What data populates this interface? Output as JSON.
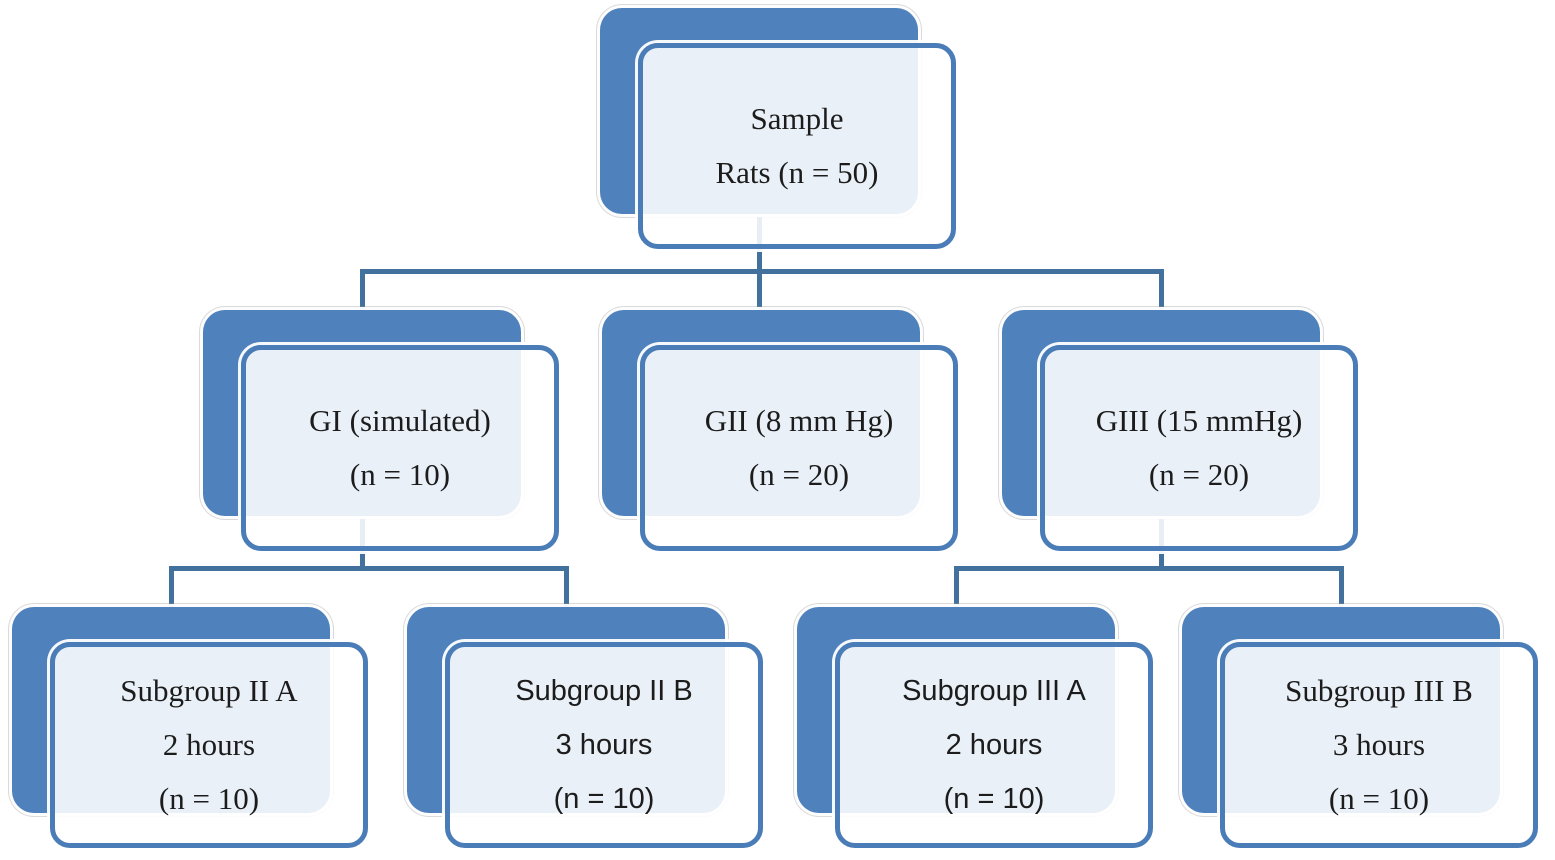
{
  "diagram": {
    "type": "flowchart",
    "description": "Study sample allocation flowchart of rats into groups and subgroups",
    "nodes": [
      {
        "id": "sample",
        "lines": [
          "Sample",
          "Rats (n = 50)"
        ]
      },
      {
        "id": "gi",
        "lines": [
          "GI (simulated)",
          "(n = 10)"
        ]
      },
      {
        "id": "gii",
        "lines": [
          "GII (8 mm Hg)",
          "(n = 20)"
        ]
      },
      {
        "id": "giii",
        "lines": [
          "GIII (15 mmHg)",
          "(n = 20)"
        ]
      },
      {
        "id": "subgroup-2a",
        "lines": [
          "Subgroup II A",
          "2 hours",
          "(n = 10)"
        ]
      },
      {
        "id": "subgroup-2b",
        "lines": [
          "Subgroup II B",
          "3 hours",
          "(n = 10)"
        ]
      },
      {
        "id": "subgroup-3a",
        "lines": [
          "Subgroup III A",
          "2 hours",
          "(n = 10)"
        ]
      },
      {
        "id": "subgroup-3b",
        "lines": [
          "Subgroup III B",
          "3 hours",
          "(n = 10)"
        ]
      }
    ],
    "edges": [
      {
        "from": "sample",
        "to": "gi"
      },
      {
        "from": "sample",
        "to": "gii"
      },
      {
        "from": "sample",
        "to": "giii"
      },
      {
        "from": "gi",
        "to": "subgroup-2a"
      },
      {
        "from": "gi",
        "to": "subgroup-2b"
      },
      {
        "from": "giii",
        "to": "subgroup-3a"
      },
      {
        "from": "giii",
        "to": "subgroup-3b"
      }
    ],
    "colors": {
      "shape_back": "#4f81bd",
      "shape_border": "#4a7cb8",
      "shape_fill_tint": "#eaf0f7",
      "connector": "#41719c",
      "text": "#1c1c1c",
      "background": "#ffffff"
    }
  }
}
